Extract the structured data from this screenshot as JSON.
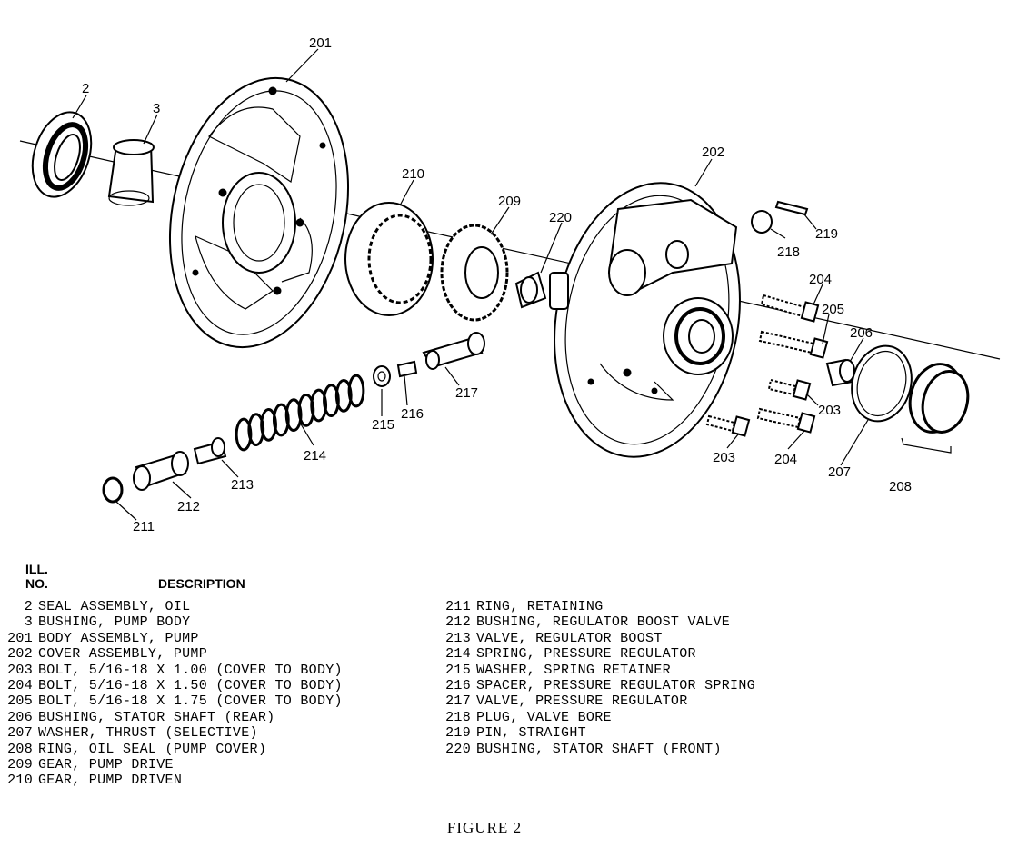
{
  "callouts": {
    "c2": "2",
    "c3": "3",
    "c201": "201",
    "c202": "202",
    "c203a": "203",
    "c203b": "203",
    "c204a": "204",
    "c204b": "204",
    "c205": "205",
    "c206": "206",
    "c207": "207",
    "c208": "208",
    "c209": "209",
    "c210": "210",
    "c211": "211",
    "c212": "212",
    "c213": "213",
    "c214": "214",
    "c215": "215",
    "c216": "216",
    "c217": "217",
    "c218": "218",
    "c219": "219",
    "c220": "220"
  },
  "header": {
    "ill": "ILL.",
    "no": "NO.",
    "description": "DESCRIPTION"
  },
  "legend_left": [
    {
      "no": "2",
      "desc": "SEAL ASSEMBLY, OIL"
    },
    {
      "no": "3",
      "desc": "BUSHING, PUMP BODY"
    },
    {
      "no": "201",
      "desc": "BODY ASSEMBLY, PUMP"
    },
    {
      "no": "202",
      "desc": "COVER ASSEMBLY, PUMP"
    },
    {
      "no": "203",
      "desc": "BOLT, 5/16-18 X 1.00 (COVER TO BODY)"
    },
    {
      "no": "204",
      "desc": "BOLT, 5/16-18 X 1.50 (COVER TO BODY)"
    },
    {
      "no": "205",
      "desc": "BOLT, 5/16-18 X 1.75 (COVER TO BODY)"
    },
    {
      "no": "206",
      "desc": "BUSHING, STATOR SHAFT (REAR)"
    },
    {
      "no": "207",
      "desc": "WASHER, THRUST (SELECTIVE)"
    },
    {
      "no": "208",
      "desc": "RING, OIL SEAL (PUMP COVER)"
    },
    {
      "no": "209",
      "desc": "GEAR, PUMP DRIVE"
    },
    {
      "no": "210",
      "desc": "GEAR, PUMP DRIVEN"
    }
  ],
  "legend_right": [
    {
      "no": "211",
      "desc": "RING, RETAINING"
    },
    {
      "no": "212",
      "desc": "BUSHING, REGULATOR BOOST VALVE"
    },
    {
      "no": "213",
      "desc": "VALVE, REGULATOR BOOST"
    },
    {
      "no": "214",
      "desc": "SPRING, PRESSURE REGULATOR"
    },
    {
      "no": "215",
      "desc": "WASHER, SPRING RETAINER"
    },
    {
      "no": "216",
      "desc": "SPACER, PRESSURE REGULATOR SPRING"
    },
    {
      "no": "217",
      "desc": "VALVE, PRESSURE REGULATOR"
    },
    {
      "no": "218",
      "desc": "PLUG, VALVE BORE"
    },
    {
      "no": "219",
      "desc": "PIN, STRAIGHT"
    },
    {
      "no": "220",
      "desc": "BUSHING, STATOR SHAFT (FRONT)"
    }
  ],
  "caption": "FIGURE 2"
}
